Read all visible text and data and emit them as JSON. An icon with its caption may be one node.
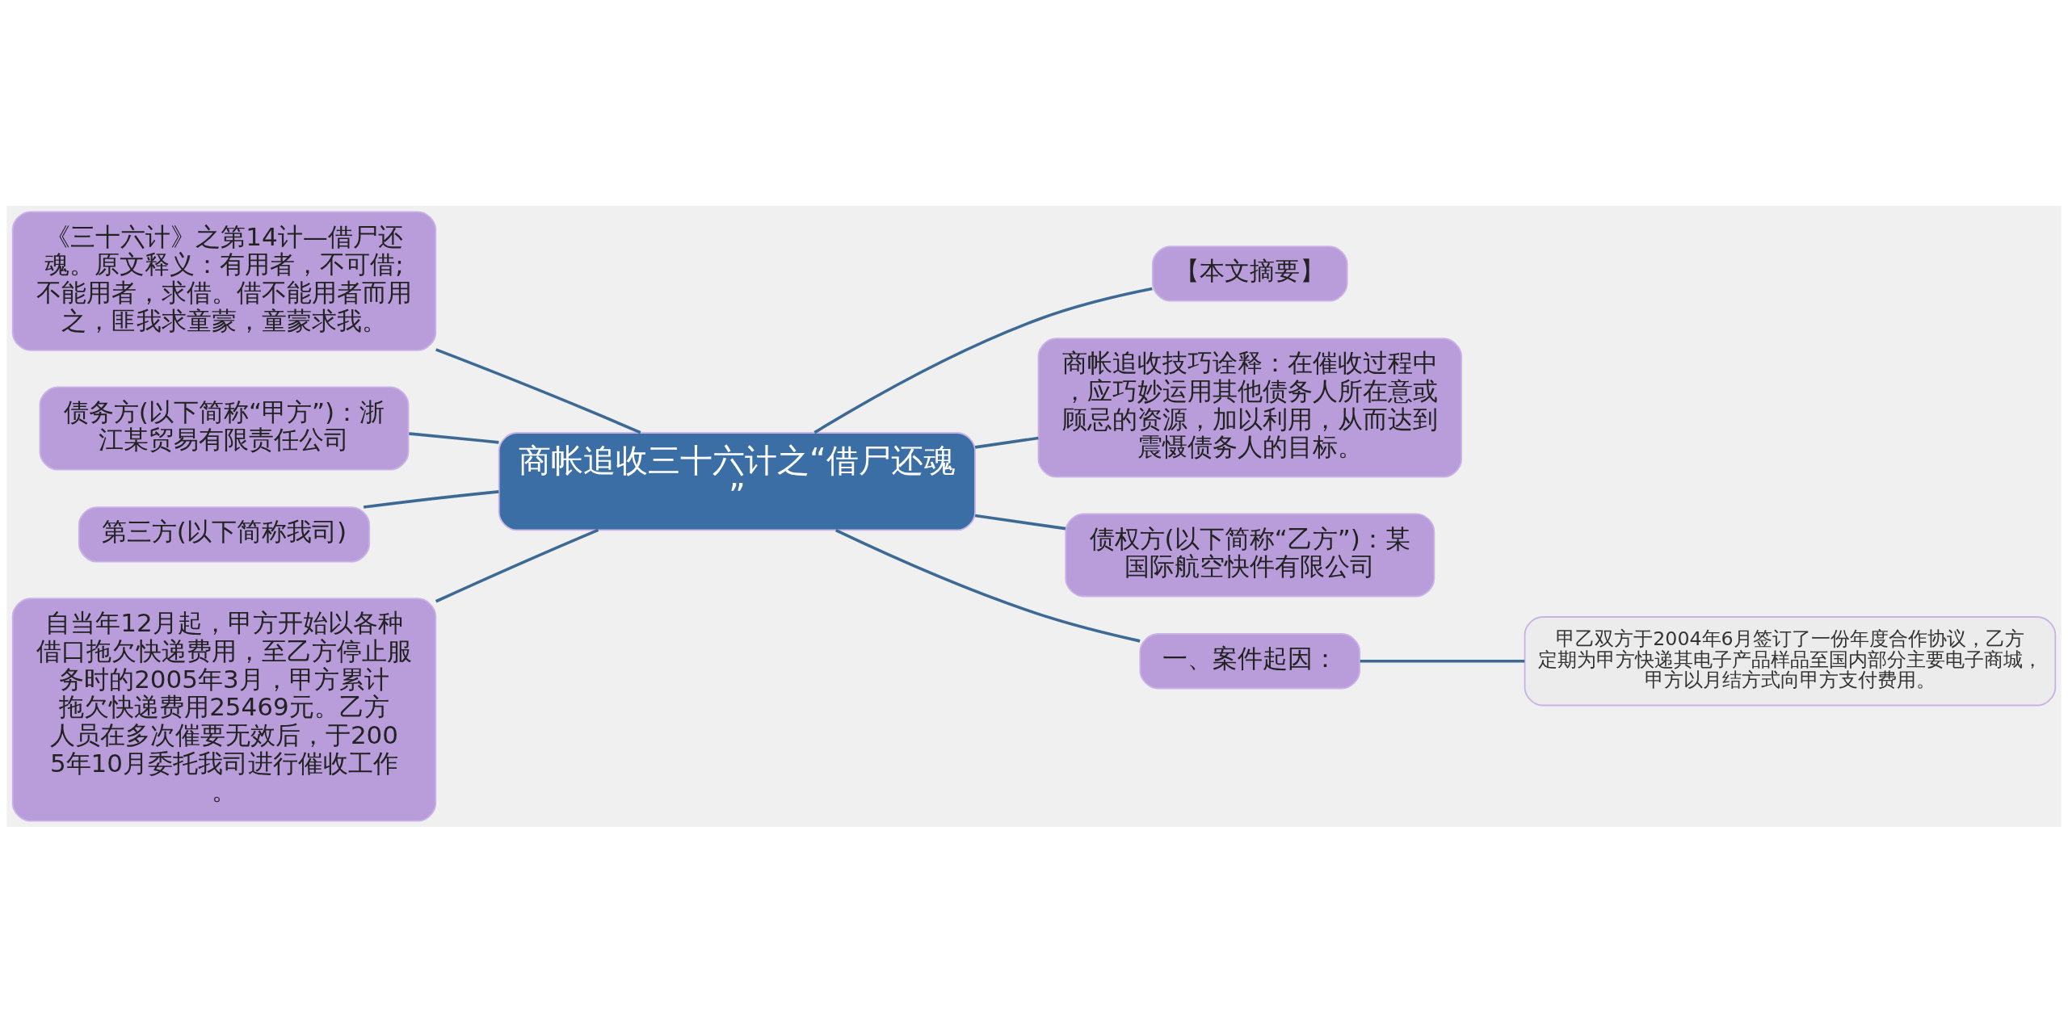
{
  "diagram": {
    "nodes": [
      {
        "text": [
          "商帐追收三十六计之“借尸还魂”"
        ]
      },
      {
        "text": [
          "《三十六计》之第14计—借尸还魂。原文释义：有用者，不可借;不能用者，求借。借不能用者而用之，匪我求童蒙，童蒙求我。"
        ]
      },
      {
        "text": [
          "债务方(以下简称“甲方”)：浙江某贸易有限责任公司"
        ]
      },
      {
        "text": [
          "第三方(以下简称我司)"
        ]
      },
      {
        "text": [
          "自当年12月起，甲方开始以各种借口拖欠快递费用，至乙方停止服务时的2005年3月，甲方累计拖欠快递费用25469元。乙方人员在多次催要无效后，于2005年10月委托我司进行催收工作。"
        ]
      },
      {
        "text": [
          "【本文摘要】"
        ]
      },
      {
        "text": [
          "商帐追收技巧诠释：在催收过程中，应巧妙运用其他债务人所在意或顾忌的资源，加以利用，从而达到震慑债务人的目标。"
        ]
      },
      {
        "text": [
          "债权方(以下简称“乙方”)：某国际航空快件有限公司"
        ]
      },
      {
        "text": [
          "一、案件起因："
        ]
      },
      {
        "text": [
          "甲乙双方于2004年6月签订了一份年度合作协议，乙方定期为甲方快递其电子产品样品至国内部分主要电子商城，甲方以月结方式向甲方支付费用。"
        ]
      }
    ],
    "edges": [
      {
        "from": 0,
        "to": 1,
        "arrow": "none"
      },
      {
        "from": 0,
        "to": 2,
        "arrow": "none"
      },
      {
        "from": 0,
        "to": 3,
        "arrow": "none"
      },
      {
        "from": 0,
        "to": 4,
        "arrow": "none"
      },
      {
        "from": 0,
        "to": 5,
        "arrow": "none"
      },
      {
        "from": 0,
        "to": 6,
        "arrow": "none"
      },
      {
        "from": 0,
        "to": 7,
        "arrow": "none"
      },
      {
        "from": 0,
        "to": 8,
        "arrow": "none"
      },
      {
        "from": 8,
        "to": 9,
        "arrow": "none"
      }
    ]
  }
}
